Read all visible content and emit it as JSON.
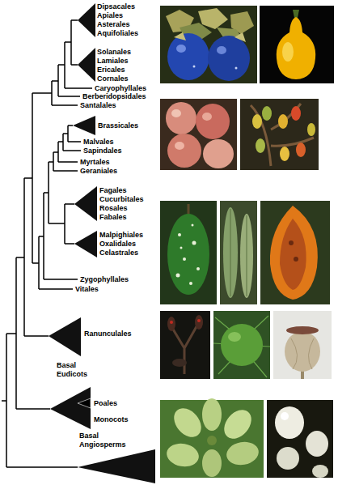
{
  "diagram": {
    "labels": [
      "Dipsacales",
      "Apiales",
      "Asterales",
      "Aquifoliales",
      "Solanales",
      "Lamiales",
      "Ericales",
      "Cornales",
      "Caryophyllales",
      "Berberidopsidales",
      "Santalales",
      "Brassicales",
      "Malvales",
      "Sapindales",
      "Myrtales",
      "Geraniales",
      "Fagales",
      "Cucurbitales",
      "Rosales",
      "Fabales",
      "Malpighiales",
      "Oxalidales",
      "Celastrales",
      "Zygophyllales",
      "Vitales",
      "Ranunculales",
      "Basal Eudicots",
      "Poales",
      "Monocots",
      "Basal Angiosperms"
    ]
  }
}
